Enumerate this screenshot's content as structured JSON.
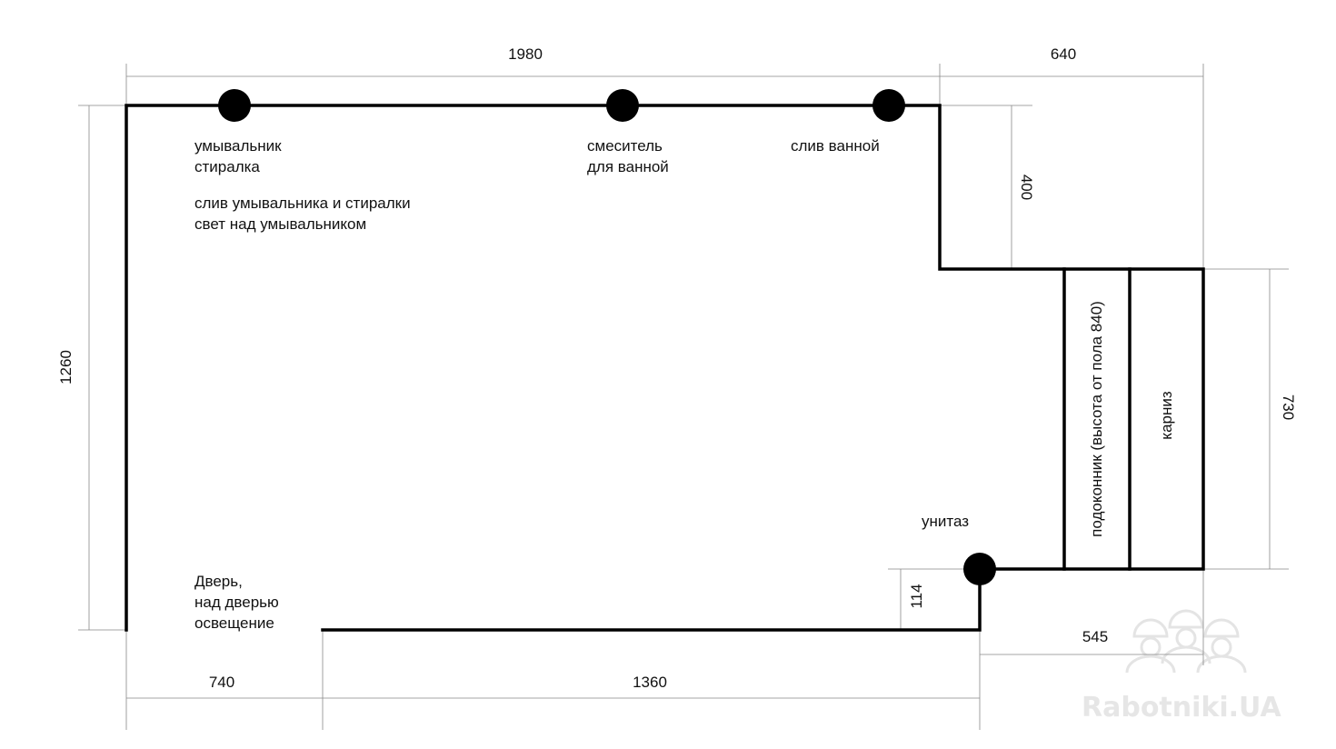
{
  "dimensions": {
    "top_left": "1980",
    "top_right": "640",
    "left": "1260",
    "right_step": "400",
    "right_window": "730",
    "toilet_offset": "114",
    "toilet_run": "545",
    "bottom_door": "740",
    "bottom_wall": "1360"
  },
  "labels": {
    "washbasin_line1": "умывальник",
    "washbasin_line2": "стиралка",
    "drain_line1": "слив умывальника и стиралки",
    "drain_line2": "свет над умывальником",
    "mixer_line1": "смеситель",
    "mixer_line2": "для ванной",
    "bath_drain": "слив ванной",
    "toilet": "унитаз",
    "door_line1": "Дверь,",
    "door_line2": "над дверью",
    "door_line3": "освещение",
    "sill": "подоконник (высота от пола 840)",
    "cornice": "карниз"
  },
  "watermark": {
    "text": "Rabotniki.UA"
  },
  "colors": {
    "wall": "#000000",
    "dimension_line": "#888888",
    "watermark": "#e6e6e6"
  }
}
